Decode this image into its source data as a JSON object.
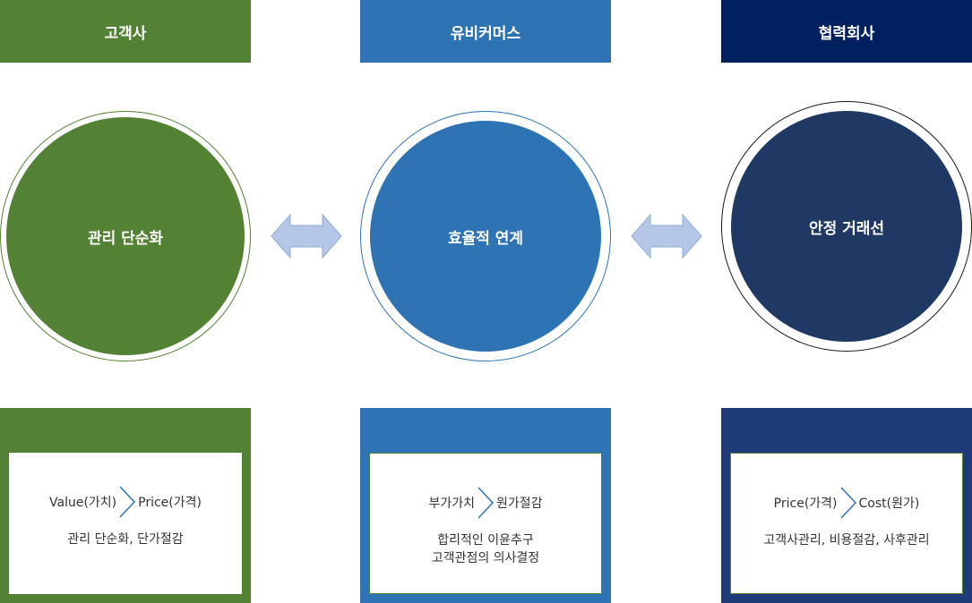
{
  "headers": [
    {
      "label": "고객사",
      "color": "#548235"
    },
    {
      "label": "유비커머스",
      "color": "#2e74b5"
    },
    {
      "label": "협력회사",
      "color": "#002060"
    }
  ],
  "circles": [
    {
      "label": "관리 단순화",
      "color": "#548235"
    },
    {
      "label": "효율적 연계",
      "color": "#2e74b5"
    },
    {
      "label": "안정 거래선",
      "color": "#1f3864"
    }
  ],
  "arrow_color": "#b4c7e7",
  "panels": [
    {
      "from": "Value(가치)",
      "to": "Price(가격)",
      "desc": [
        "관리 단순화, 단가절감"
      ]
    },
    {
      "from": "부가가치",
      "to": "원가절감",
      "desc": [
        "합리적인 이윤추구",
        "고객관점의 의사결정"
      ]
    },
    {
      "from": "Price(가격)",
      "to": "Cost(원가)",
      "desc": [
        "고객사관리, 비용절감, 사후관리"
      ]
    }
  ]
}
